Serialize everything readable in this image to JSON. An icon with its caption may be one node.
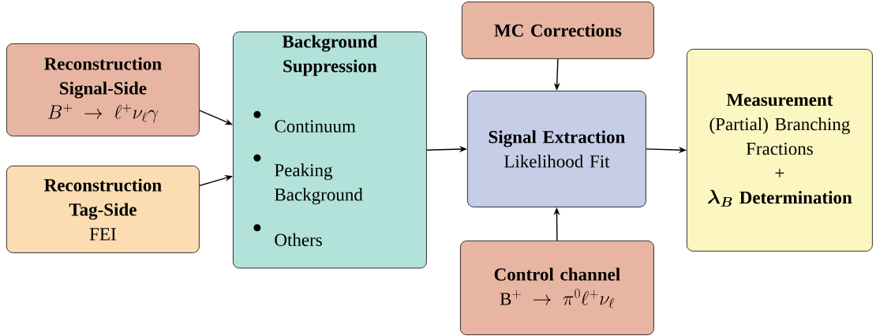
{
  "diagram": {
    "nodes": [
      {
        "text": [
          "Reconstruction Signal-Side",
          "B^+ \\to \\ell^+\\nu_\\ell\\gamma"
        ]
      },
      {
        "text": [
          "Reconstruction Tag-Side",
          "FEI"
        ]
      },
      {
        "text": [
          "Background Suppression",
          "Continuum",
          "Peaking Background",
          "Others"
        ]
      },
      {
        "text": [
          "MC Corrections"
        ]
      },
      {
        "text": [
          "Signal Extraction",
          "Likelihood Fit"
        ]
      },
      {
        "text": [
          "Control channel",
          "\\mathrm{B}^+ \\to \\pi^0\\ell^+\\nu_\\ell"
        ]
      },
      {
        "text": [
          "Measurement",
          "(Partial) Branching Fractions",
          "+",
          "\\boldsymbol{\\lambda_B}\\ \\textbf{Determination}"
        ]
      }
    ],
    "edges": [
      {
        "from": 0,
        "to": 2,
        "arrow": "to"
      },
      {
        "from": 1,
        "to": 2,
        "arrow": "to"
      },
      {
        "from": 2,
        "to": 4,
        "arrow": "to"
      },
      {
        "from": 3,
        "to": 4,
        "arrow": "to"
      },
      {
        "from": 5,
        "to": 4,
        "arrow": "to"
      },
      {
        "from": 4,
        "to": 6,
        "arrow": "to"
      }
    ]
  }
}
